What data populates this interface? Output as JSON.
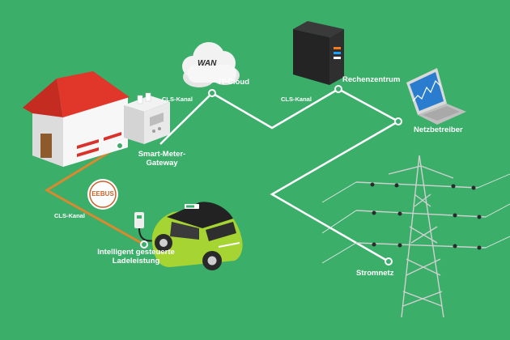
{
  "diagram": {
    "background_color": "#3bae6a",
    "line_color": "#ffffff",
    "copper_line_color": "#d9892f",
    "nodes": {
      "it_cloud": {
        "label": "IT-Cloud",
        "cloud_text": "WAN"
      },
      "rechenzentrum": {
        "label": "Rechenzentrum"
      },
      "netzbetreiber": {
        "label": "Netzbetreiber"
      },
      "smart_meter_gateway": {
        "label_line1": "Smart-Meter-",
        "label_line2": "Gateway"
      },
      "stromnetz": {
        "label": "Stromnetz"
      },
      "ladeleistung": {
        "label_line1": "Intelligent gesteuerte",
        "label_line2": "Ladeleistung"
      },
      "eebus": {
        "logo_text": "EEBUS",
        "logo_color": "#c8632a"
      }
    },
    "links": {
      "cls_kanal_cloud": "CLS-Kanal",
      "cls_kanal_datacenter": "CLS-Kanal",
      "cls_kanal_car": "CLS-Kanal"
    },
    "icons": [
      "house-icon",
      "smart-meter-icon",
      "cloud-icon",
      "server-icon",
      "laptop-icon",
      "power-pylon-icon",
      "electric-car-icon",
      "wallbox-icon",
      "eebus-logo"
    ]
  }
}
